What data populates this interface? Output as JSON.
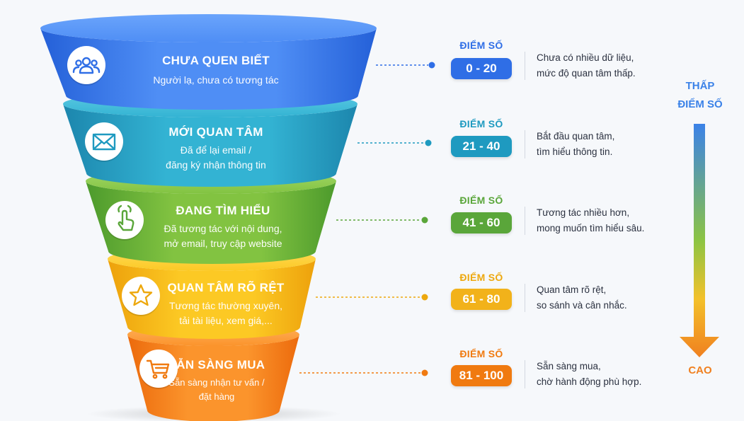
{
  "levels": [
    {
      "title": "CHƯA QUEN BIẾT",
      "desc1": "Người lạ, chưa có tương tác",
      "desc2": "",
      "icon": "users-icon",
      "color_light": "#4f8ef5",
      "color_dark": "#2460d8",
      "rim": "#6aa4fb",
      "accent": "#2f6ee6",
      "score_label": "ĐIỂM SỐ",
      "score": "0 - 20",
      "right1": "Chưa có nhiều dữ liệu,",
      "right2": "mức độ quan tâm thấp."
    },
    {
      "title": "MỚI QUAN TÂM",
      "desc1": "Đã để lại email /",
      "desc2": "đăng ký nhận thông tin",
      "icon": "envelope-icon",
      "color_light": "#33b3d3",
      "color_dark": "#1c86ad",
      "rim": "#5fcbe3",
      "accent": "#1e9ac0",
      "score_label": "ĐIỂM SỐ",
      "score": "21 - 40",
      "right1": "Bắt đầu quan tâm,",
      "right2": "tìm hiểu thông tin."
    },
    {
      "title": "ĐANG TÌM HIỂU",
      "desc1": "Đã tương tác với nội dung,",
      "desc2": "mở email, truy cập website",
      "icon": "pointer-hand-icon",
      "color_light": "#82c341",
      "color_dark": "#4c9a2c",
      "rim": "#a4d86a",
      "accent": "#5aa63a",
      "score_label": "ĐIỂM SỐ",
      "score": "41 - 60",
      "right1": "Tương tác nhiều hơn,",
      "right2": "mong muốn tìm hiểu sâu."
    },
    {
      "title": "QUAN TÂM RÕ RỆT",
      "desc1": "Tương tác thường xuyên,",
      "desc2": "tải tài liệu, xem giá,...",
      "icon": "star-icon",
      "color_light": "#fcc924",
      "color_dark": "#eda10b",
      "rim": "#ffdb5c",
      "accent": "#eda80e",
      "score_label": "ĐIỂM SỐ",
      "score": "61 - 80",
      "right1": "Quan tâm rõ rệt,",
      "right2": "so sánh và cân nhắc."
    },
    {
      "title": "SẴN SÀNG MUA",
      "desc1": "Sẵn sàng nhận tư vấn /",
      "desc2": "đặt hàng",
      "icon": "shopping-cart-icon",
      "color_light": "#fb942c",
      "color_dark": "#ec6a0c",
      "rim": "#ffb15d",
      "accent": "#f07a10",
      "score_label": "ĐIỂM SỐ",
      "score": "81 - 100",
      "right1": "Sẵn sàng mua,",
      "right2": "chờ hành động phù hợp."
    }
  ],
  "scale": {
    "top1": "THẤP",
    "top2": "ĐIỂM SỐ",
    "bottom": "CAO",
    "color_top": "#3b82e8",
    "color_bottom": "#f08020"
  }
}
